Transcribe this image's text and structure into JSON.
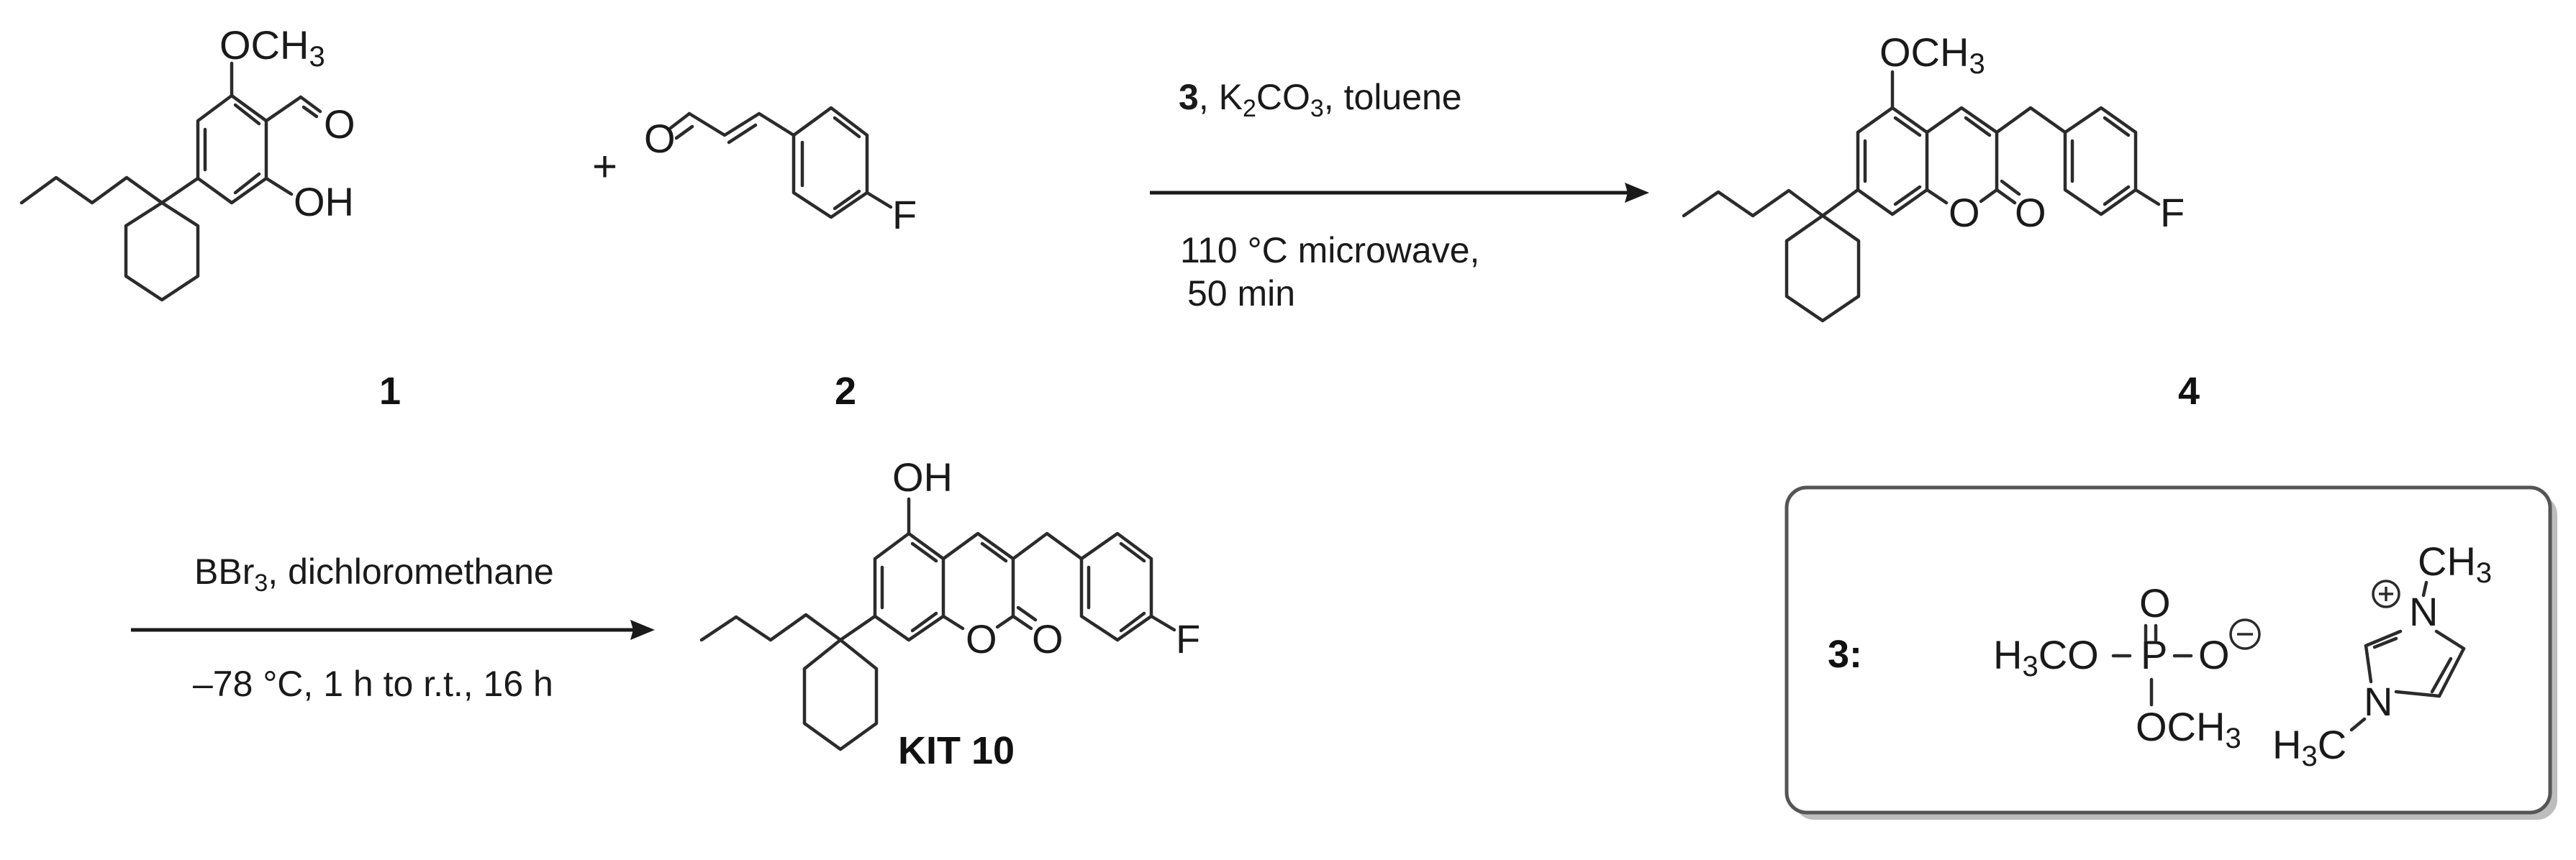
{
  "figure": {
    "type": "reaction-scheme",
    "steps": [
      {
        "reactants": [
          "1",
          "2"
        ],
        "product": "4",
        "conditions_above": {
          "reagent_bold": "3",
          "rest": ", K",
          "k_sub": "2",
          "co": "CO",
          "co_sub": "3",
          "tail": ", toluene"
        },
        "conditions_below": [
          "110 °C microwave,",
          "50 min"
        ]
      },
      {
        "reactant": "4",
        "product": "KIT 10",
        "conditions_above": {
          "bbr": "BBr",
          "bbr_sub": "3",
          "tail": ", dichloromethane"
        },
        "conditions_below": [
          "–78 °C, 1 h to r.t., 16 h"
        ]
      }
    ],
    "plus_sign": "+"
  },
  "compounds": {
    "c1": {
      "label": "1",
      "atoms": {
        "ome": "OCH",
        "ome_sub": "3",
        "oh": "OH",
        "o_ald": "O"
      }
    },
    "c2": {
      "label": "2",
      "atoms": {
        "o": "O",
        "f": "F"
      }
    },
    "c4": {
      "label": "4",
      "atoms": {
        "ome": "OCH",
        "ome_sub": "3",
        "o_ring": "O",
        "o_carbonyl": "O",
        "f": "F"
      }
    },
    "kit10": {
      "label": "KIT 10",
      "atoms": {
        "oh": "OH",
        "o_ring": "O",
        "o_carbonyl": "O",
        "f": "F"
      }
    }
  },
  "reagent_box": {
    "label": "3:",
    "anion": {
      "h3co": "H",
      "h3co_sub": "3",
      "h3co_tail": "CO",
      "p": "P",
      "o_top": "O",
      "o_minus": "O",
      "ome": "OCH",
      "ome_sub": "3",
      "charge": "−"
    },
    "cation": {
      "n1": "N",
      "n3": "N",
      "ch3_top": "CH",
      "ch3_top_sub": "3",
      "h3c": "H",
      "h3c_sub": "3",
      "h3c_tail": "C",
      "charge": "+"
    }
  }
}
